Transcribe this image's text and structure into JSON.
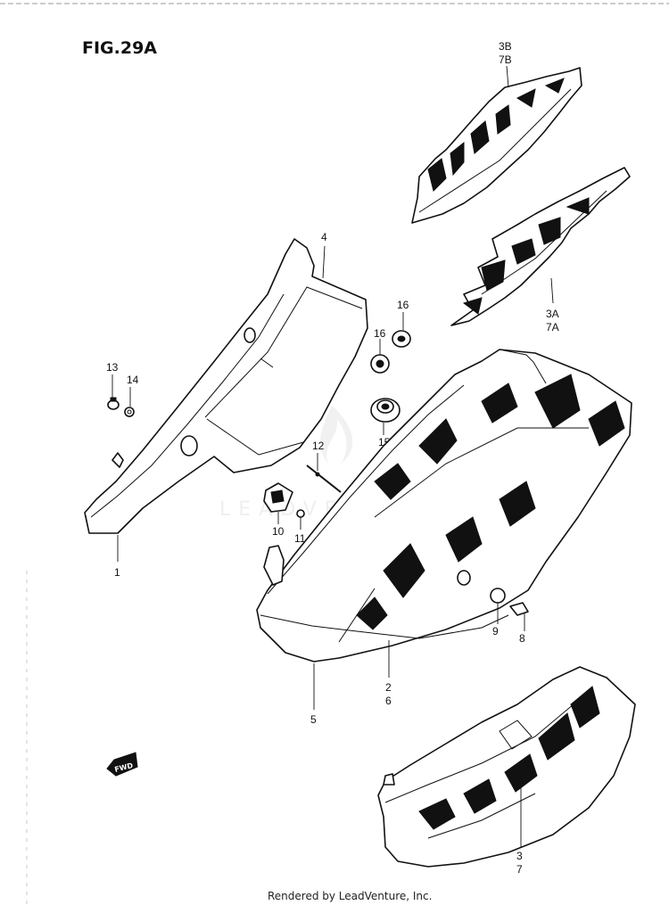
{
  "figure_title": "FIG.29A",
  "footer": "Rendered by LeadVenture, Inc.",
  "watermark": "LEADVENTURE",
  "badge": "FWD",
  "callouts": {
    "p3b": "3B",
    "p7b": "7B",
    "p3a": "3A",
    "p7a": "7A",
    "p4": "4",
    "p16a": "16",
    "p16b": "16",
    "p15": "15",
    "p13": "13",
    "p14": "14",
    "p12": "12",
    "p10": "10",
    "p11": "11",
    "p1": "1",
    "p9": "9",
    "p8": "8",
    "p2": "2",
    "p6": "6",
    "p5": "5",
    "p3": "3",
    "p7": "7"
  }
}
